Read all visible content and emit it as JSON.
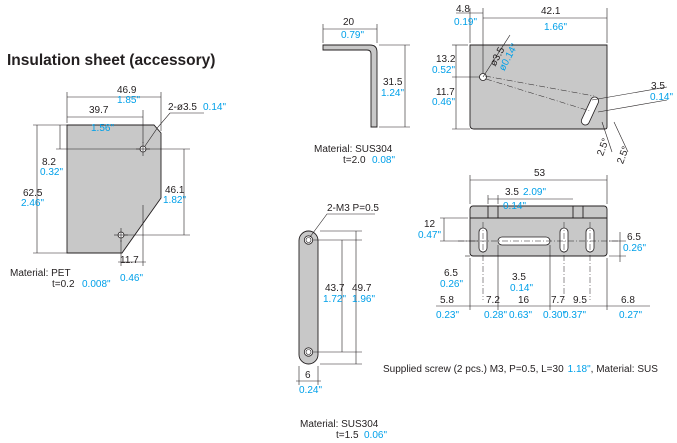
{
  "colors": {
    "text": "#231f20",
    "inch": "#00a0e9",
    "part": "#c8c8c8"
  },
  "insulation": {
    "heading": "Insulation sheet (accessory)",
    "d_width": "46.9",
    "d_width_in": "1.85\"",
    "d_hole_x": "39.7",
    "d_hole_x_in": "1.56\"",
    "hole_label": "2-ø3.5",
    "hole_label_in": "0.14\"",
    "d_top": "8.2",
    "d_top_in": "0.32\"",
    "d_height": "62.5",
    "d_height_in": "2.46\"",
    "d_pitch": "46.1",
    "d_pitch_in": "1.82\"",
    "d_bottom": "11.7",
    "d_bottom_in": "0.46\"",
    "material": "Material: PET",
    "thickness": "t=0.2",
    "thickness_in": "0.008\""
  },
  "bracket_l": {
    "d_width": "20",
    "d_width_in": "0.79\"",
    "d_height": "31.5",
    "d_height_in": "1.24\"",
    "material": "Material: SUS304",
    "thickness": "t=2.0",
    "thickness_in": "0.08\""
  },
  "bracket_front": {
    "d_4_8": "4.8",
    "d_4_8_in": "0.19\"",
    "d_42_1": "42.1",
    "d_42_1_in": "1.66\"",
    "d_dia": "ø3.5",
    "d_dia_in": "ø0.14\"",
    "d_13_2": "13.2",
    "d_13_2_in": "0.52\"",
    "d_11_7": "11.7",
    "d_11_7_in": "0.46\"",
    "d_slot": "3.5",
    "d_slot_in": "0.14\"",
    "d_ang1": "2.5°",
    "d_ang2": "2.5°"
  },
  "bracket_top": {
    "d_53": "53",
    "d_53_in": "2.09\"",
    "d_3_5a": "3.5",
    "d_3_5a_in": "0.14\"",
    "d_12": "12",
    "d_12_in": "0.47\"",
    "d_6_5r": "6.5",
    "d_6_5r_in": "0.26\"",
    "d_6_5l": "6.5",
    "d_6_5l_in": "0.26\"",
    "d_3_5b": "3.5",
    "d_3_5b_in": "0.14\"",
    "b_5_8": "5.8",
    "b_5_8_in": "0.23\"",
    "b_7_2": "7.2",
    "b_7_2_in": "0.28\"",
    "b_16": "16",
    "b_16_in": "0.63\"",
    "b_7_7": "7.7",
    "b_7_7_in": "0.30\"",
    "b_9_5": "9.5",
    "b_9_5_in": "0.37\"",
    "b_6_8": "6.8",
    "b_6_8_in": "0.27\"",
    "screw": "Supplied screw (2 pcs.) M3, P=0.5, L=30",
    "screw_in": "1.18\"",
    "screw_tail": ", Material: SUS"
  },
  "plate_bar": {
    "thread": "2-M3 P=0.5",
    "d_43_7": "43.7",
    "d_43_7_in": "1.72\"",
    "d_49_7": "49.7",
    "d_49_7_in": "1.96\"",
    "d_6": "6",
    "d_6_in": "0.24\"",
    "material": "Material: SUS304",
    "thickness": "t=1.5",
    "thickness_in": "0.06\""
  }
}
